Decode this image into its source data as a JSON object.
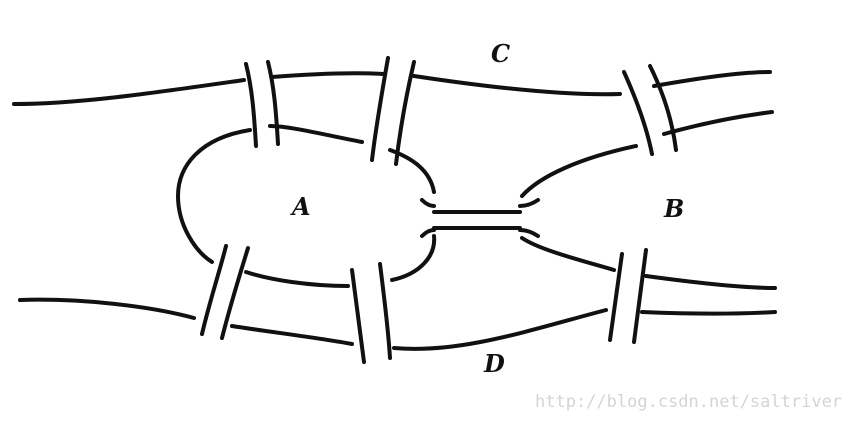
{
  "diagram": {
    "labels": {
      "a": "A",
      "b": "B",
      "c": "C",
      "d": "D"
    }
  },
  "watermark": "http://blog.csdn.net/saltriver"
}
